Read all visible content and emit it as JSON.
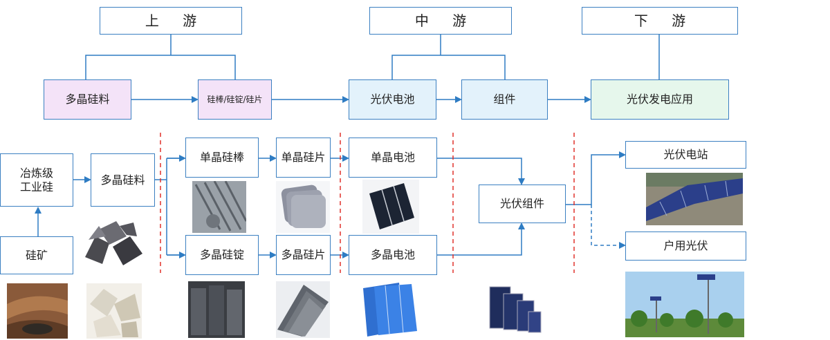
{
  "headers": {
    "upstream": "上 游",
    "midstream": "中 游",
    "downstream": "下 游"
  },
  "top_row": {
    "polysilicon": "多晶硅料",
    "rod_ingot_wafer": "硅棒/硅锭/硅片",
    "pv_cell": "光伏电池",
    "module": "组件",
    "pv_application": "光伏发电应用"
  },
  "flow": {
    "metallurgical_silicon": "冶炼级\n工业硅",
    "silicon_ore": "硅矿",
    "polysilicon": "多晶硅料",
    "mono_rod": "单晶硅棒",
    "mono_wafer": "单晶硅片",
    "mono_cell": "单晶电池",
    "multi_ingot": "多晶硅锭",
    "multi_wafer": "多晶硅片",
    "multi_cell": "多晶电池",
    "pv_module": "光伏组件",
    "pv_station": "光伏电站",
    "residential_pv": "户用光伏"
  },
  "colors": {
    "border": "#3a7fc1",
    "arrow": "#2e7cc3",
    "divider": "#e0302a",
    "upstream_fill": "#f4e3f8",
    "midstream_fill": "#e3f2fb",
    "downstream_fill": "#e6f7ec"
  }
}
